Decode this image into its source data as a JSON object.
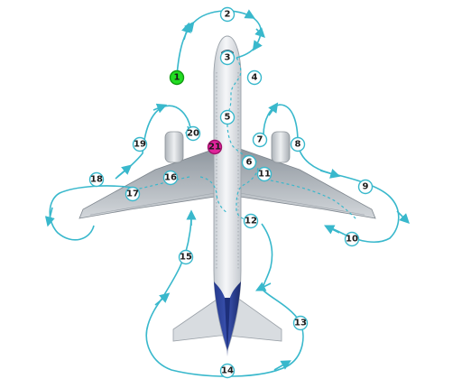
{
  "colors": {
    "path": "#39b8cc",
    "dash": "#39b8cc",
    "marker_fill": "#ffffff",
    "marker_stroke": "#39b8cc",
    "start_fill": "#22dd22",
    "end_fill": "#e0249b",
    "fuselage": "#e7eaee",
    "wing": "#b5bcc3",
    "tail_blue": "#1d2f7a"
  },
  "markers": [
    {
      "id": "1",
      "label": "1",
      "kind": "start"
    },
    {
      "id": "2",
      "label": "2",
      "kind": "step"
    },
    {
      "id": "3",
      "label": "3",
      "kind": "step"
    },
    {
      "id": "4",
      "label": "4",
      "kind": "step"
    },
    {
      "id": "5",
      "label": "5",
      "kind": "step"
    },
    {
      "id": "6",
      "label": "6",
      "kind": "step"
    },
    {
      "id": "7",
      "label": "7",
      "kind": "step"
    },
    {
      "id": "8",
      "label": "8",
      "kind": "step"
    },
    {
      "id": "9",
      "label": "9",
      "kind": "step"
    },
    {
      "id": "10",
      "label": "10",
      "kind": "step"
    },
    {
      "id": "11",
      "label": "11",
      "kind": "step"
    },
    {
      "id": "12",
      "label": "12",
      "kind": "step"
    },
    {
      "id": "13",
      "label": "13",
      "kind": "step"
    },
    {
      "id": "14",
      "label": "14",
      "kind": "step"
    },
    {
      "id": "15",
      "label": "15",
      "kind": "step"
    },
    {
      "id": "16",
      "label": "16",
      "kind": "step"
    },
    {
      "id": "17",
      "label": "17",
      "kind": "step"
    },
    {
      "id": "18",
      "label": "18",
      "kind": "step"
    },
    {
      "id": "19",
      "label": "19",
      "kind": "step"
    },
    {
      "id": "20",
      "label": "20",
      "kind": "step"
    },
    {
      "id": "21",
      "label": "21",
      "kind": "end"
    }
  ]
}
